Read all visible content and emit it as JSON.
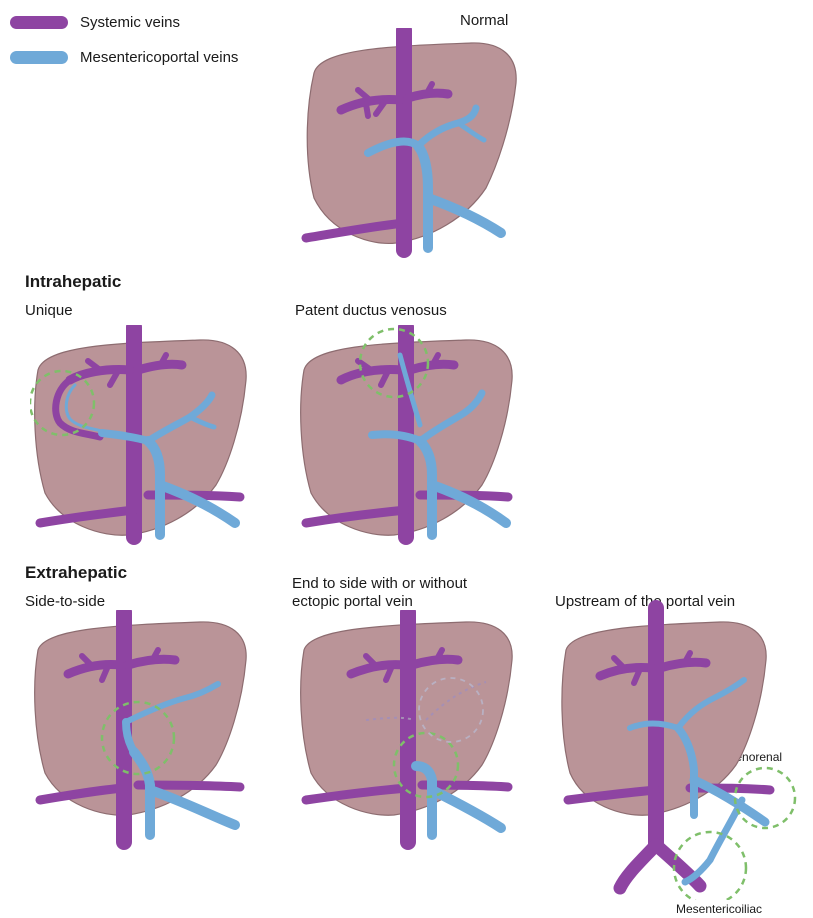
{
  "colors": {
    "systemic": "#8e44a2",
    "systemic_dark": "#6a2d7d",
    "portal": "#6fa9d8",
    "portal_dark": "#3f7fb3",
    "liver": "#ba9498",
    "liver_edge": "#8d6c70",
    "circle": "#7fbf6a"
  },
  "legend": {
    "systemic_label": "Systemic veins",
    "portal_label": "Mesentericoportal veins"
  },
  "titles": {
    "normal": "Normal",
    "intrahepatic": "Intrahepatic",
    "extrahepatic": "Extrahepatic"
  },
  "panels": {
    "unique": "Unique",
    "patent": "Patent ductus venosus",
    "side": "Side-to-side",
    "end_line1": "End to side with or without",
    "end_line2": "ectopic portal vein",
    "upstream": "Upstream of the portal vein"
  },
  "annotations": {
    "splenorenal": "Splenorenal",
    "mesentericoiliac": "Mesentericoiliac"
  }
}
